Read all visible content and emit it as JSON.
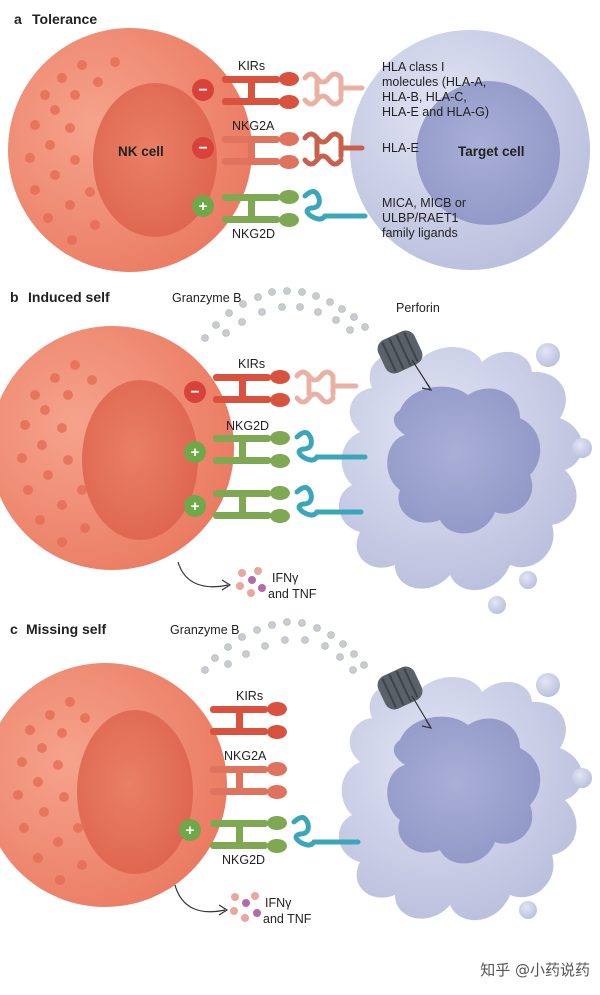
{
  "panel_a": {
    "letter": "a",
    "title": "Tolerance",
    "nk_cell": "NK cell",
    "target_cell": "Target cell",
    "receptors": [
      "KIRs",
      "NKG2A",
      "NKG2D"
    ],
    "ligands_line1": [
      "HLA class I",
      "molecules (HLA-A,",
      "HLA-B, HLA-C,",
      "HLA-E and HLA-G)"
    ],
    "ligand2": "HLA-E",
    "ligands_line3": [
      "MICA, MICB or",
      "ULBP/RAET1",
      "family ligands"
    ],
    "signs": [
      "−",
      "−",
      "+"
    ]
  },
  "panel_b": {
    "letter": "b",
    "title": "Induced self",
    "granzyme": "Granzyme B",
    "perforin": "Perforin",
    "receptors": [
      "KIRs",
      "NKG2D"
    ],
    "signs": [
      "−",
      "+",
      "+"
    ],
    "cytokines": [
      "IFNγ",
      "and TNF"
    ]
  },
  "panel_c": {
    "letter": "c",
    "title": "Missing self",
    "granzyme": "Granzyme B",
    "receptors": [
      "KIRs",
      "NKG2A",
      "NKG2D"
    ],
    "signs": [
      "+"
    ],
    "cytokines": [
      "IFNγ",
      "and TNF"
    ]
  },
  "watermark": "知乎 @小药说药",
  "colors": {
    "nk_outer": "#f08a72",
    "nk_nucleus": "#e56f58",
    "target_cell": "#c9cde6",
    "kir_receptor": "#d9523e",
    "nkg2a_receptor": "#e0735d",
    "nkg2d_receptor": "#7fa853",
    "hla_ligand": "#e9b1a3",
    "nkg2d_ligand": "#3aa6b9",
    "minus_sign": "#d9423a",
    "plus_sign": "#6ea84a",
    "perforin": "#5b6168",
    "granzyme_dots": "#c8ccd0"
  }
}
